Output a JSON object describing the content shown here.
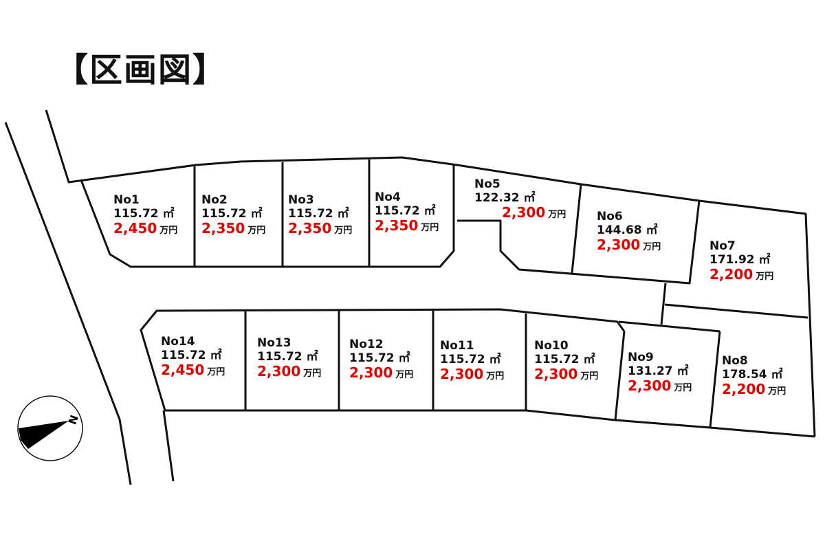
{
  "title": "【区画図】",
  "compass": {
    "label": "N"
  },
  "colors": {
    "price": "#e50000",
    "line": "#111111"
  },
  "unit": "万円",
  "area_unit": "㎡",
  "lots": [
    {
      "no": "No1",
      "area": "115.72 ㎡",
      "price": "2,450"
    },
    {
      "no": "No2",
      "area": "115.72 ㎡",
      "price": "2,350"
    },
    {
      "no": "No3",
      "area": "115.72 ㎡",
      "price": "2,350"
    },
    {
      "no": "No4",
      "area": "115.72 ㎡",
      "price": "2,350"
    },
    {
      "no": "No5",
      "area": "122.32 ㎡",
      "price": "2,300"
    },
    {
      "no": "No6",
      "area": "144.68 ㎡",
      "price": "2,300"
    },
    {
      "no": "No7",
      "area": "171.92 ㎡",
      "price": "2,200"
    },
    {
      "no": "No8",
      "area": "178.54 ㎡",
      "price": "2,200"
    },
    {
      "no": "No9",
      "area": "131.27 ㎡",
      "price": "2,300"
    },
    {
      "no": "No10",
      "area": "115.72 ㎡",
      "price": "2,300"
    },
    {
      "no": "No11",
      "area": "115.72 ㎡",
      "price": "2,300"
    },
    {
      "no": "No12",
      "area": "115.72 ㎡",
      "price": "2,300"
    },
    {
      "no": "No13",
      "area": "115.72 ㎡",
      "price": "2,300"
    },
    {
      "no": "No14",
      "area": "115.72 ㎡",
      "price": "2,450"
    }
  ]
}
